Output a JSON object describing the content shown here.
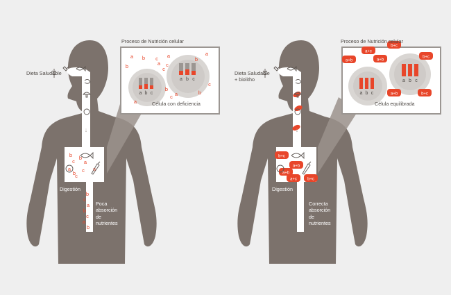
{
  "colors": {
    "background": "#efefef",
    "silhouette": "#7c726c",
    "panel": "#ffffff",
    "accent": "#e8462a",
    "text": "#4d4844",
    "bar_grey": "#9b9692"
  },
  "left": {
    "process_title": "Proceso de Nutrición celular",
    "diet_label": "Dieta Saludable",
    "cell_label": "Célula con deficiencia",
    "digestion_label": "Digestión",
    "absorption_label": [
      "Poca",
      "absorción",
      "de",
      "nutrientes"
    ],
    "bar_labels": [
      "a",
      "b",
      "c"
    ],
    "nutrient_letters": [
      "a",
      "b",
      "c"
    ],
    "icons": [
      "dropper-icon",
      "fish-icon",
      "shrimp-icon",
      "mushroom-icon",
      "fruit-slice-icon",
      "carrot-icon"
    ]
  },
  "right": {
    "process_title": "Proceso de Nutrición celular",
    "diet_label": [
      "Dieta Saludable",
      "+ biolitho"
    ],
    "cell_label": "Célula equilibrada",
    "digestion_label": "Digestión",
    "absorption_label": [
      "Correcta",
      "absorción",
      "de",
      "nutrientes"
    ],
    "bar_labels": [
      "a",
      "b",
      "c"
    ],
    "nutrient_pills": [
      "a+b",
      "a+c",
      "b+c"
    ],
    "icons": [
      "dropper-icon",
      "fish-icon",
      "shrimp-icon",
      "mushroom-icon",
      "fruit-slice-icon",
      "carrot-icon"
    ]
  }
}
